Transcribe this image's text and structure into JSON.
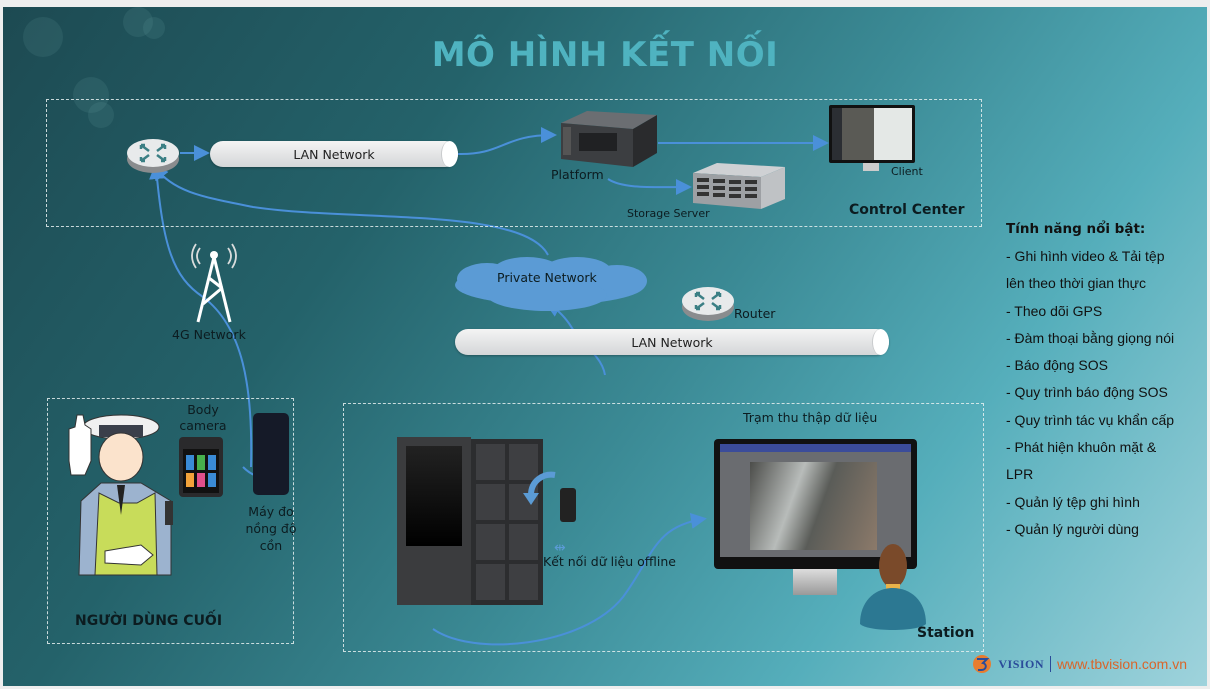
{
  "title": "MÔ HÌNH KẾT NỐI",
  "control_center": {
    "label": "Control Center",
    "lan_network": "LAN Network",
    "platform": "Platform",
    "storage_server": "Storage Server",
    "client": "Client"
  },
  "network": {
    "cellular": "4G Network",
    "private_network": "Private Network",
    "router": "Router",
    "lan_network": "LAN Network"
  },
  "end_user": {
    "label": "NGƯỜI DÙNG CUỐI",
    "body_camera": "Body camera",
    "breathalyzer": "Máy đo nồng độ cồn"
  },
  "station": {
    "label": "Station",
    "data_collection": "Trạm thu thập dữ liệu",
    "offline_connection": "Kết nối dữ liệu offline"
  },
  "features": {
    "title": "Tính năng nổi bật:",
    "items": [
      "- Ghi hình video & Tải tệp",
      "lên theo thời gian thực",
      "- Theo dõi GPS",
      "- Đàm thoại bằng giọng nói",
      "- Báo động SOS",
      "- Quy trình báo động SOS",
      "- Quy trình tác vụ khẩn cấp",
      "- Phát hiện khuôn mặt &",
      "LPR",
      "- Quản lý tệp ghi hình",
      "- Quản lý người dùng"
    ]
  },
  "footer": {
    "brand": "VISION",
    "url": "www.tbvision.com.vn"
  },
  "colors": {
    "title": "#4fb3c0",
    "link_line": "#4a90d9",
    "cloud": "#5b9bd5",
    "url": "#d9652a"
  }
}
